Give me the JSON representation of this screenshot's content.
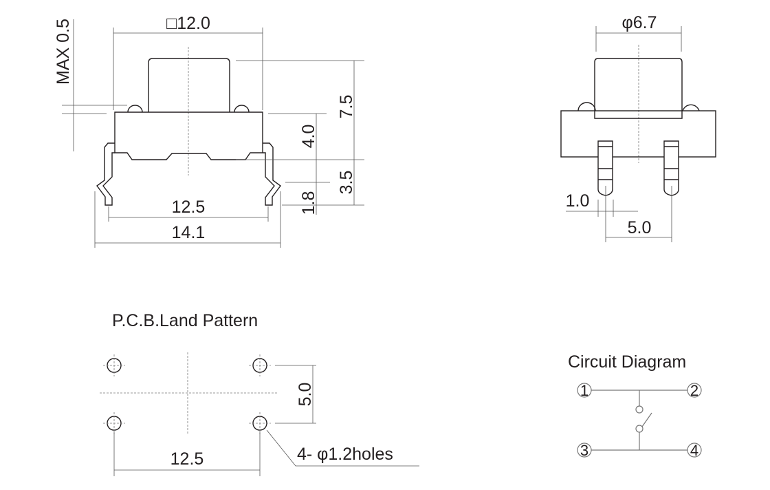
{
  "front_view": {
    "width_label": "□12.0",
    "max_label": "MAX 0.5",
    "height_total": "7.5",
    "body_height": "4.0",
    "lead_height": "3.5",
    "lead_tip": "1.8",
    "pitch": "12.5",
    "overall_width": "14.1"
  },
  "side_view": {
    "cap_diameter": "φ6.7",
    "pin_width": "1.0",
    "pin_pitch": "5.0"
  },
  "land_pattern": {
    "title": "P.C.B.Land Pattern",
    "vertical_pitch": "5.0",
    "horizontal_pitch": "12.5",
    "holes_note": "4- φ1.2holes"
  },
  "circuit": {
    "title": "Circuit Diagram",
    "pins": [
      "1",
      "2",
      "3",
      "4"
    ]
  }
}
